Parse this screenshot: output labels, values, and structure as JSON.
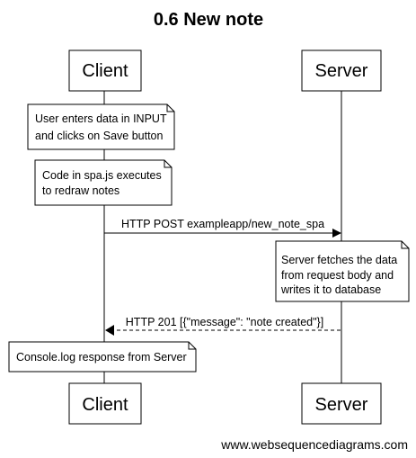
{
  "title": "0.6 New note",
  "participants": {
    "client": "Client",
    "server": "Server"
  },
  "notes": {
    "note1": [
      "User enters data in INPUT",
      "and clicks on Save button"
    ],
    "note2": [
      "Code in spa.js executes",
      "to redraw notes"
    ],
    "note3": [
      "Server fetches the data",
      "from request body and",
      "writes it to database"
    ],
    "note4": [
      "Console.log response from Server"
    ]
  },
  "messages": {
    "request": "HTTP POST exampleapp/new_note_spa",
    "response": "HTTP 201 [{\"message\": \"note created\"}]"
  },
  "watermark": "www.websequencediagrams.com"
}
